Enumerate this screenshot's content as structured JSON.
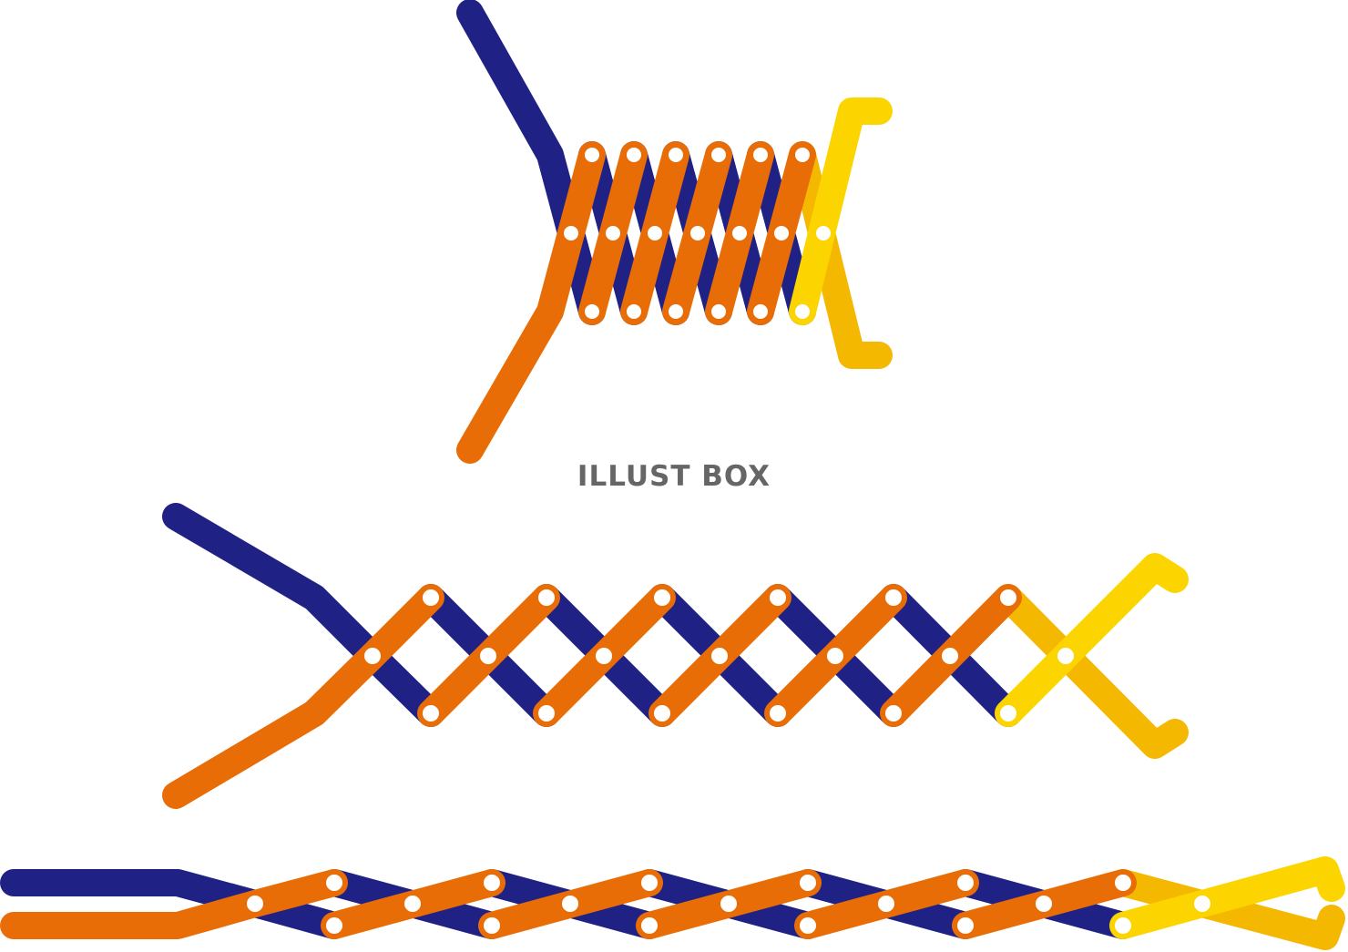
{
  "watermark": {
    "text": "ILLUST BOX"
  },
  "colors": {
    "navy": "#1f2185",
    "orange": "#e96d07",
    "yellow_light": "#fcd500",
    "yellow_dark": "#f5b800",
    "pin": "#ffffff",
    "watermark": "#666666"
  },
  "figures": [
    {
      "name": "scissor-hand-compressed",
      "state": "compressed"
    },
    {
      "name": "scissor-hand-half-extended",
      "state": "half-extended"
    },
    {
      "name": "scissor-hand-fully-extended",
      "state": "fully-extended"
    }
  ]
}
